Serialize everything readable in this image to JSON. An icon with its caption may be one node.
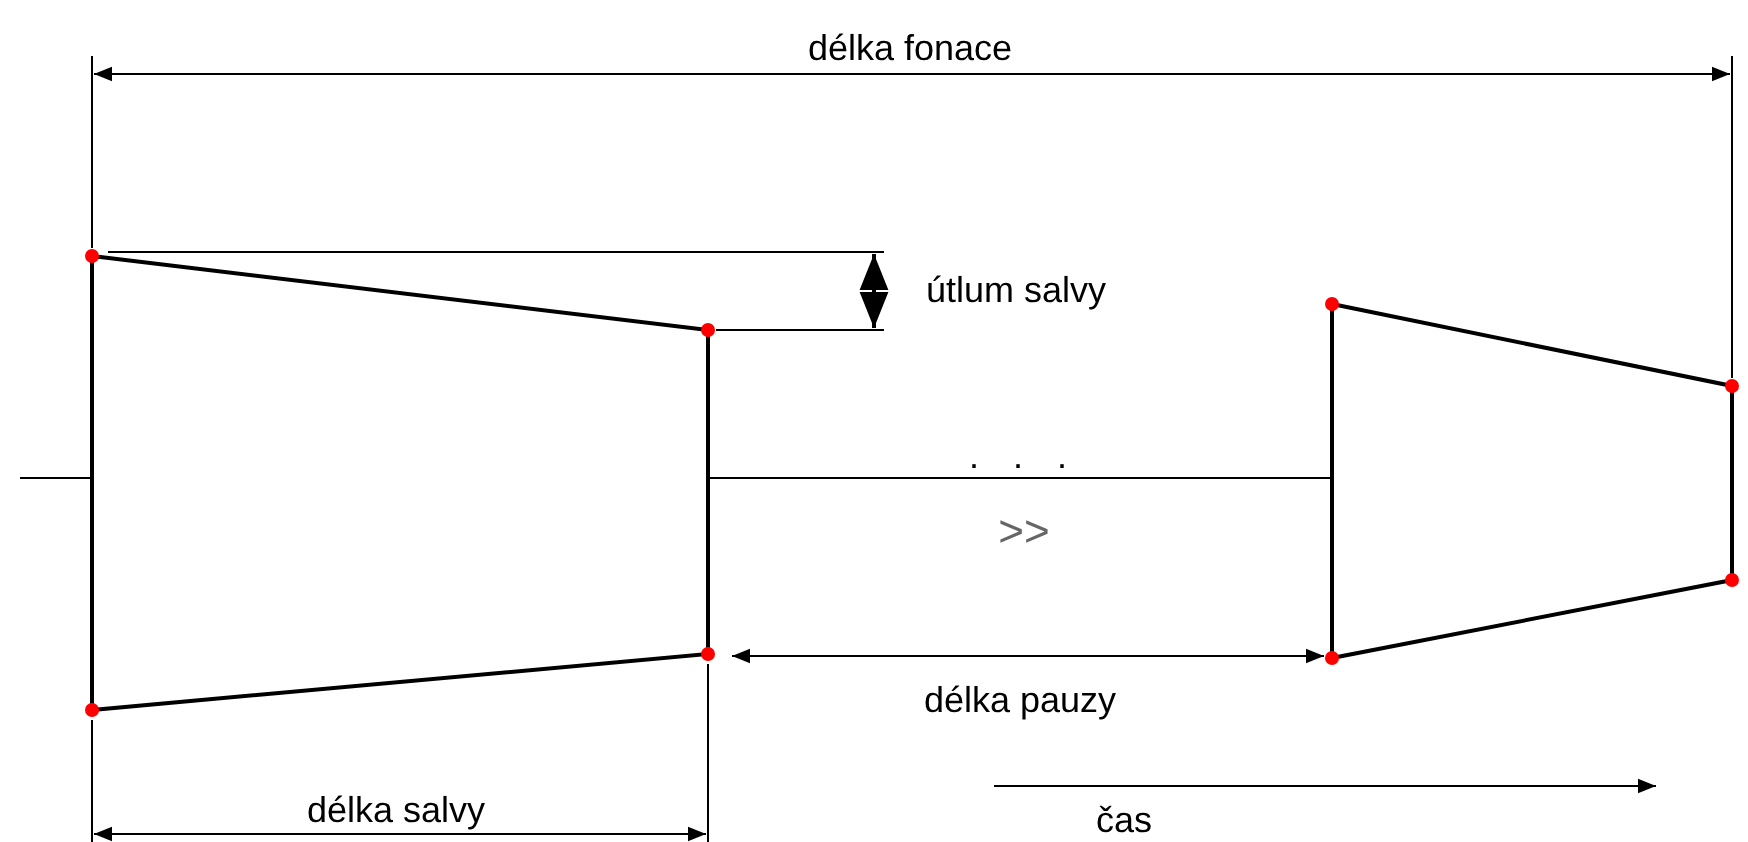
{
  "diagram": {
    "labels": [
      "délka fonace",
      "útlum salvy",
      ". . .",
      ">>",
      "délka pauzy",
      "délka salvy",
      "čas"
    ]
  }
}
